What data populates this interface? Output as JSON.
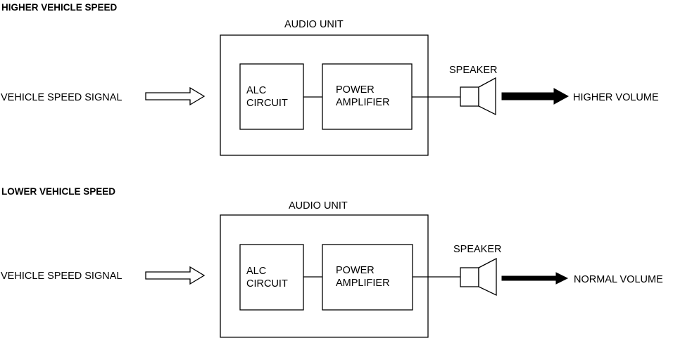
{
  "sections": [
    {
      "heading": "HIGHER VEHICLE SPEED",
      "input_label": "VEHICLE SPEED SIGNAL",
      "unit_label": "AUDIO UNIT",
      "alc_line1": "ALC",
      "alc_line2": "CIRCUIT",
      "amp_line1": "POWER",
      "amp_line2": "AMPLIFIER",
      "speaker_label": "SPEAKER",
      "output_label": "HIGHER VOLUME"
    },
    {
      "heading": "LOWER VEHICLE SPEED",
      "input_label": "VEHICLE SPEED SIGNAL",
      "unit_label": "AUDIO UNIT",
      "alc_line1": "ALC",
      "alc_line2": "CIRCUIT",
      "amp_line1": "POWER",
      "amp_line2": "AMPLIFIER",
      "speaker_label": "SPEAKER",
      "output_label": "NORMAL VOLUME"
    }
  ]
}
